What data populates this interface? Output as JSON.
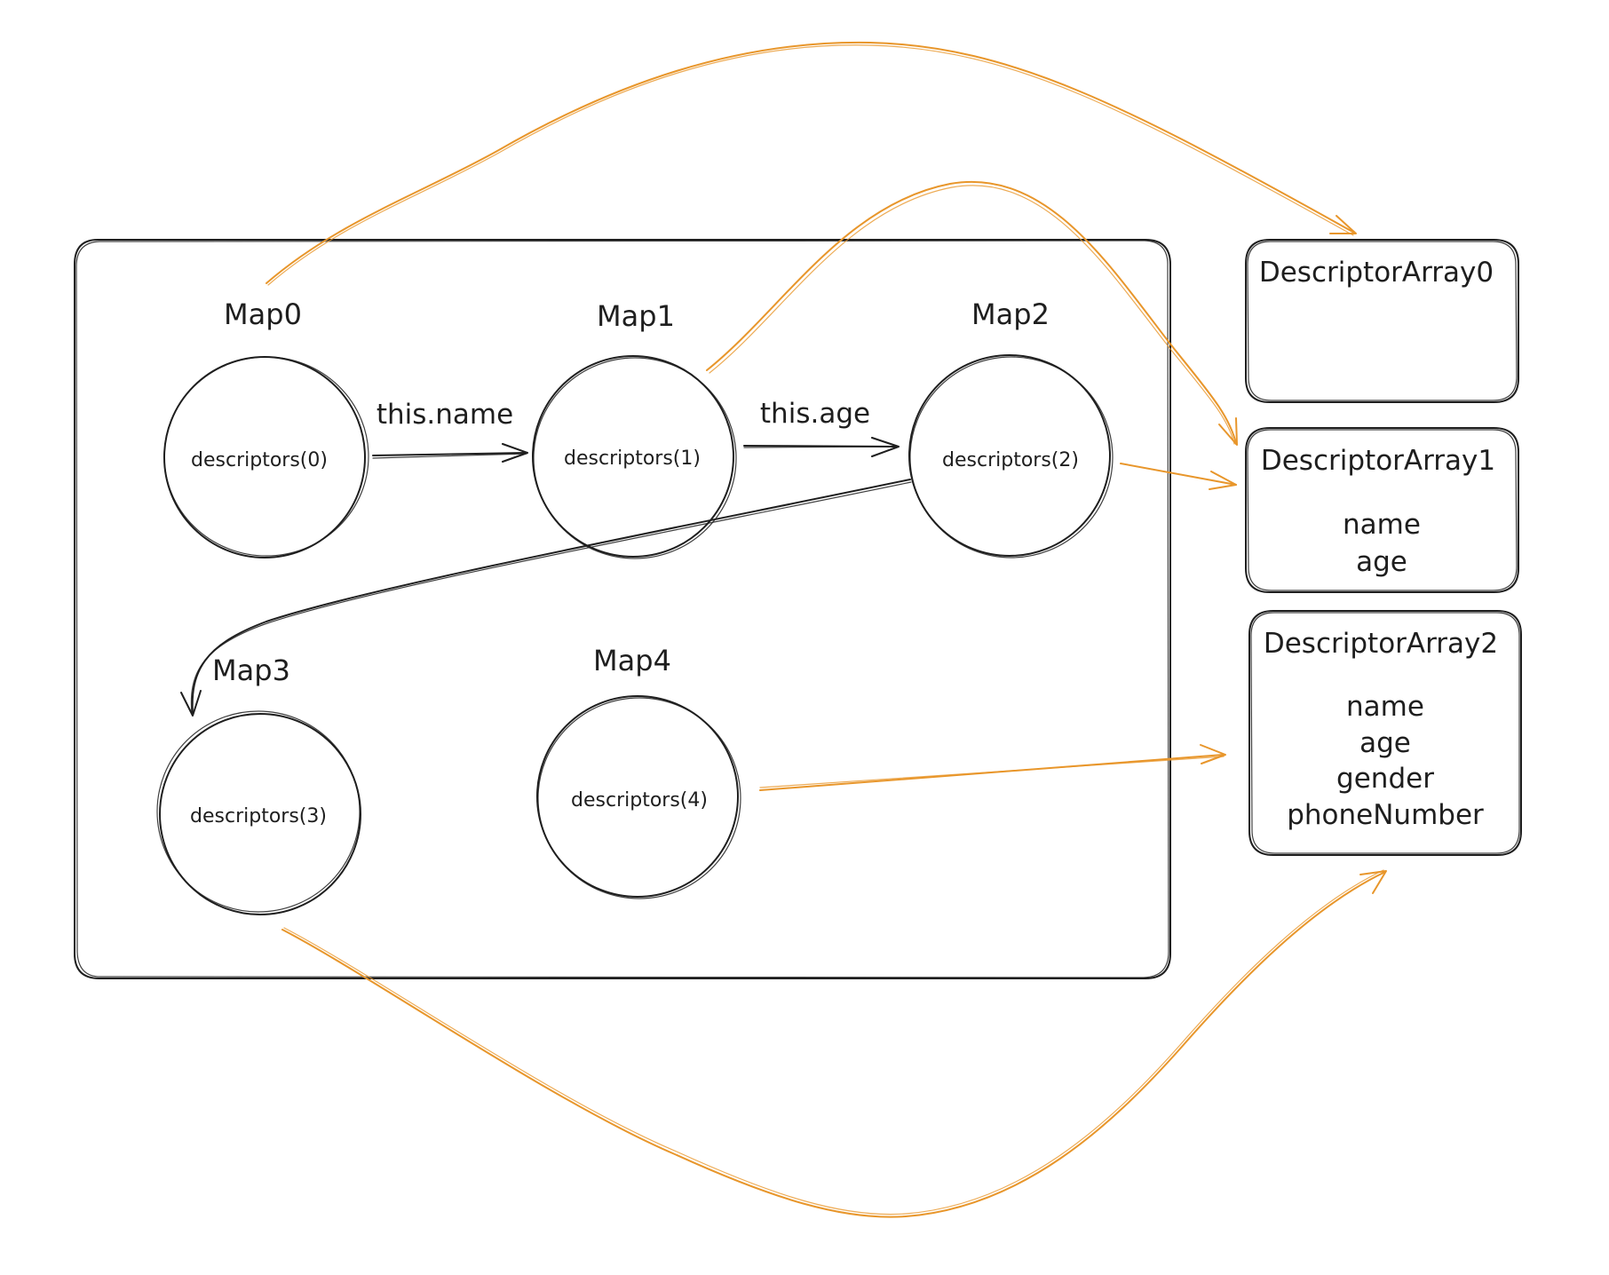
{
  "colors": {
    "ink": "#1e1e1e",
    "accent": "#e8962b"
  },
  "maps": [
    {
      "label": "Map0",
      "descriptors": "descriptors(0)"
    },
    {
      "label": "Map1",
      "descriptors": "descriptors(1)"
    },
    {
      "label": "Map2",
      "descriptors": "descriptors(2)"
    },
    {
      "label": "Map3",
      "descriptors": "descriptors(3)"
    },
    {
      "label": "Map4",
      "descriptors": "descriptors(4)"
    }
  ],
  "transitions": [
    {
      "label": "this.name"
    },
    {
      "label": "this.age"
    }
  ],
  "descriptor_arrays": [
    {
      "title": "DescriptorArray0",
      "fields": []
    },
    {
      "title": "DescriptorArray1",
      "fields": [
        "name",
        "age"
      ]
    },
    {
      "title": "DescriptorArray2",
      "fields": [
        "name",
        "age",
        "gender",
        "phoneNumber"
      ]
    }
  ]
}
